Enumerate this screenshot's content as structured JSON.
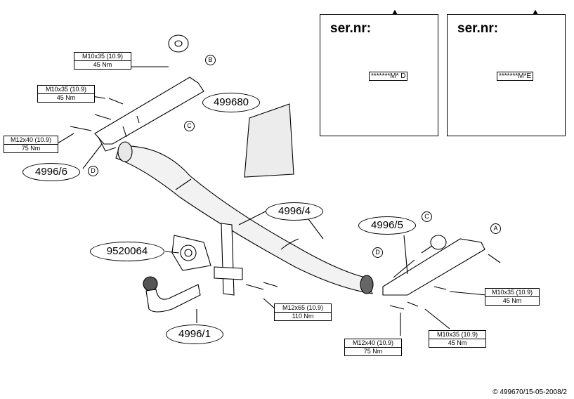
{
  "warning_panels": [
    {
      "title": "ser.nr:",
      "plate": "*******M* D",
      "icon": "warning-triangle-icon"
    },
    {
      "title": "ser.nr:",
      "plate": "*******M*E",
      "icon": "warning-triangle-icon"
    }
  ],
  "part_labels": {
    "bracket_left": "4996/6",
    "bolt_kit": "499680",
    "crossbar": "4996/4",
    "bracket_right": "4996/5",
    "socket_plate": "9520064",
    "towball": "4996/1"
  },
  "bolts": [
    {
      "size": "M10x35 (10.9)",
      "torque": "45 Nm"
    },
    {
      "size": "M10x35 (10.9)",
      "torque": "45 Nm"
    },
    {
      "size": "M12x40 (10.9)",
      "torque": "75 Nm"
    },
    {
      "size": "M12x65 (10.9)",
      "torque": "110 Nm"
    },
    {
      "size": "M12x40 (10.9)",
      "torque": "75 Nm"
    },
    {
      "size": "M10x35 (10.9)",
      "torque": "45 Nm"
    },
    {
      "size": "M10x35 (10.9)",
      "torque": "45 Nm"
    }
  ],
  "markers": {
    "a": "A",
    "b": "B",
    "c": "C",
    "d": "D"
  },
  "footer": "© 499670/15-05-2008/2"
}
